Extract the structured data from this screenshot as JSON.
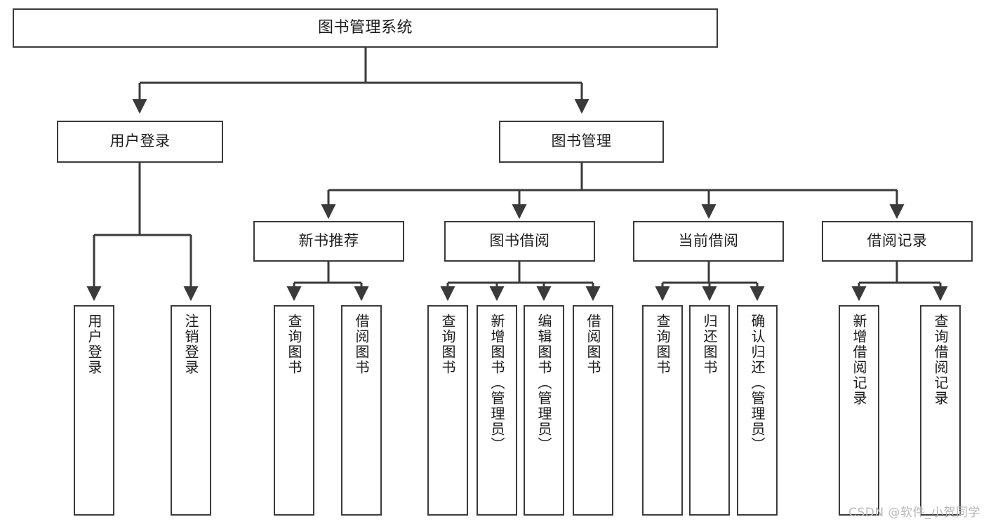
{
  "diagram": {
    "title": "图书管理系统",
    "type": "tree",
    "watermark": "CSDN @软件_小贺同学",
    "colors": {
      "box_border": "#3a3a3a",
      "box_fill": "#ffffff",
      "connector": "#3a3a3a",
      "text": "#1b1b1b",
      "watermark": "#b9b9b9",
      "background": "#ffffff"
    },
    "nodes": {
      "root": {
        "label": "图书管理系统"
      },
      "level1": [
        {
          "id": "user-login",
          "label": "用户登录"
        },
        {
          "id": "book-manage",
          "label": "图书管理"
        }
      ],
      "level2": [
        {
          "id": "new-book-recommend",
          "label": "新书推荐"
        },
        {
          "id": "book-borrow",
          "label": "图书借阅"
        },
        {
          "id": "current-borrow",
          "label": "当前借阅"
        },
        {
          "id": "borrow-record",
          "label": "借阅记录"
        }
      ],
      "leaves": {
        "user-login": [
          {
            "id": "leaf-user-login",
            "label": "用户登录"
          },
          {
            "id": "leaf-logout-login",
            "label": "注销登录"
          }
        ],
        "new-book-recommend": [
          {
            "id": "leaf-query-book-1",
            "label": "查询图书"
          },
          {
            "id": "leaf-borrow-book-1",
            "label": "借阅图书"
          }
        ],
        "book-borrow": [
          {
            "id": "leaf-query-book-2",
            "label": "查询图书"
          },
          {
            "id": "leaf-add-book-admin",
            "label": "新增图书（管理员）"
          },
          {
            "id": "leaf-edit-book-admin",
            "label": "编辑图书（管理员）"
          },
          {
            "id": "leaf-borrow-book-2",
            "label": "借阅图书"
          }
        ],
        "current-borrow": [
          {
            "id": "leaf-query-book-3",
            "label": "查询图书"
          },
          {
            "id": "leaf-return-book",
            "label": "归还图书"
          },
          {
            "id": "leaf-confirm-return-admin",
            "label": "确认归还（管理员）"
          }
        ],
        "borrow-record": [
          {
            "id": "leaf-add-borrow-record",
            "label": "新增借阅记录"
          },
          {
            "id": "leaf-query-borrow-record",
            "label": "查询借阅记录"
          }
        ]
      }
    }
  }
}
